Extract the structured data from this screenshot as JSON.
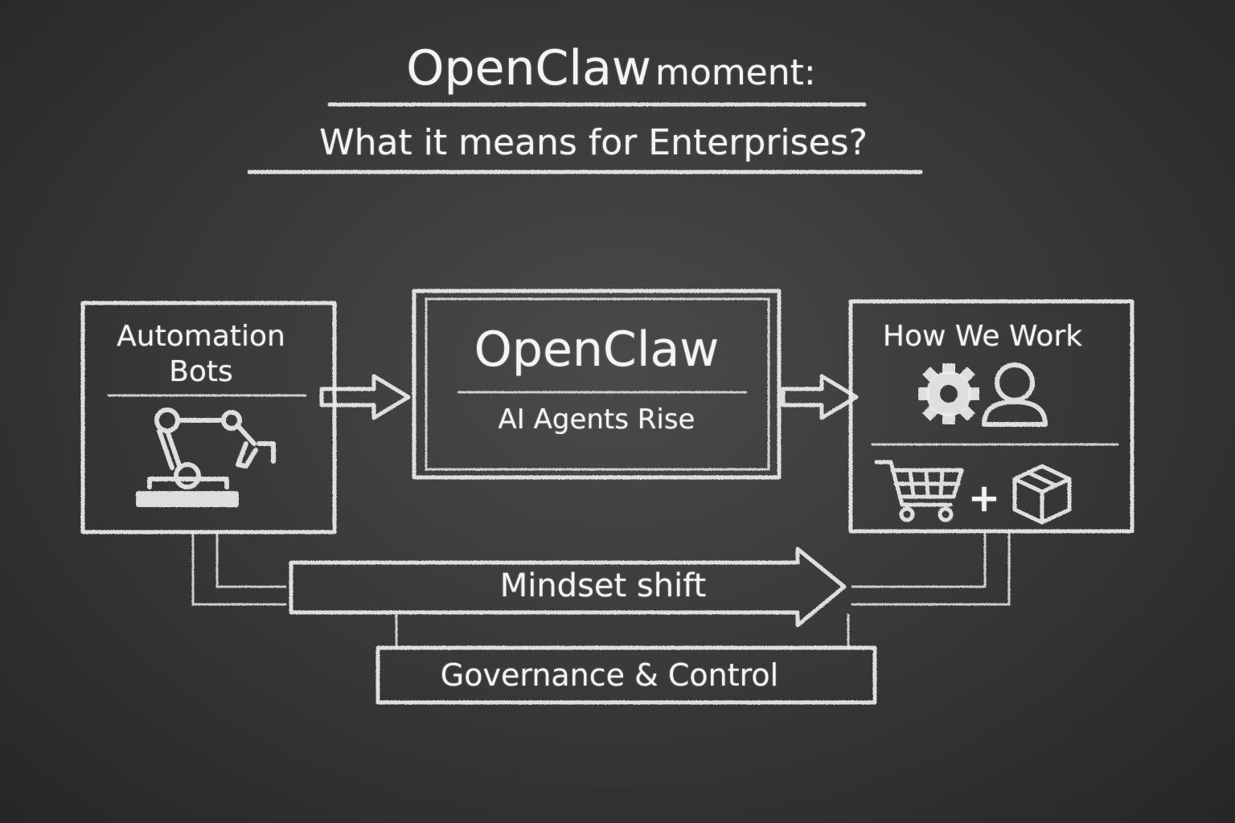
{
  "title": {
    "line1_brand": "OpenClaw",
    "line1_rest": "moment:",
    "line2": "What it means for Enterprises?"
  },
  "left_box": {
    "label_line1": "Automation",
    "label_line2": "Bots",
    "icon": "robot-arm-icon"
  },
  "center_box": {
    "title": "OpenClaw",
    "subtitle": "AI Agents Rise"
  },
  "right_box": {
    "label": "How We Work",
    "icons": [
      "gear-icon",
      "person-icon",
      "shopping-cart-icon",
      "plus-icon",
      "box-icon"
    ],
    "plus_symbol": "+"
  },
  "bottom_arrow": {
    "label": "Mindset shift"
  },
  "bottom_bar": {
    "label": "Governance & Control"
  },
  "colors": {
    "chalk": "#ededed",
    "board": "#3a3a3a"
  }
}
